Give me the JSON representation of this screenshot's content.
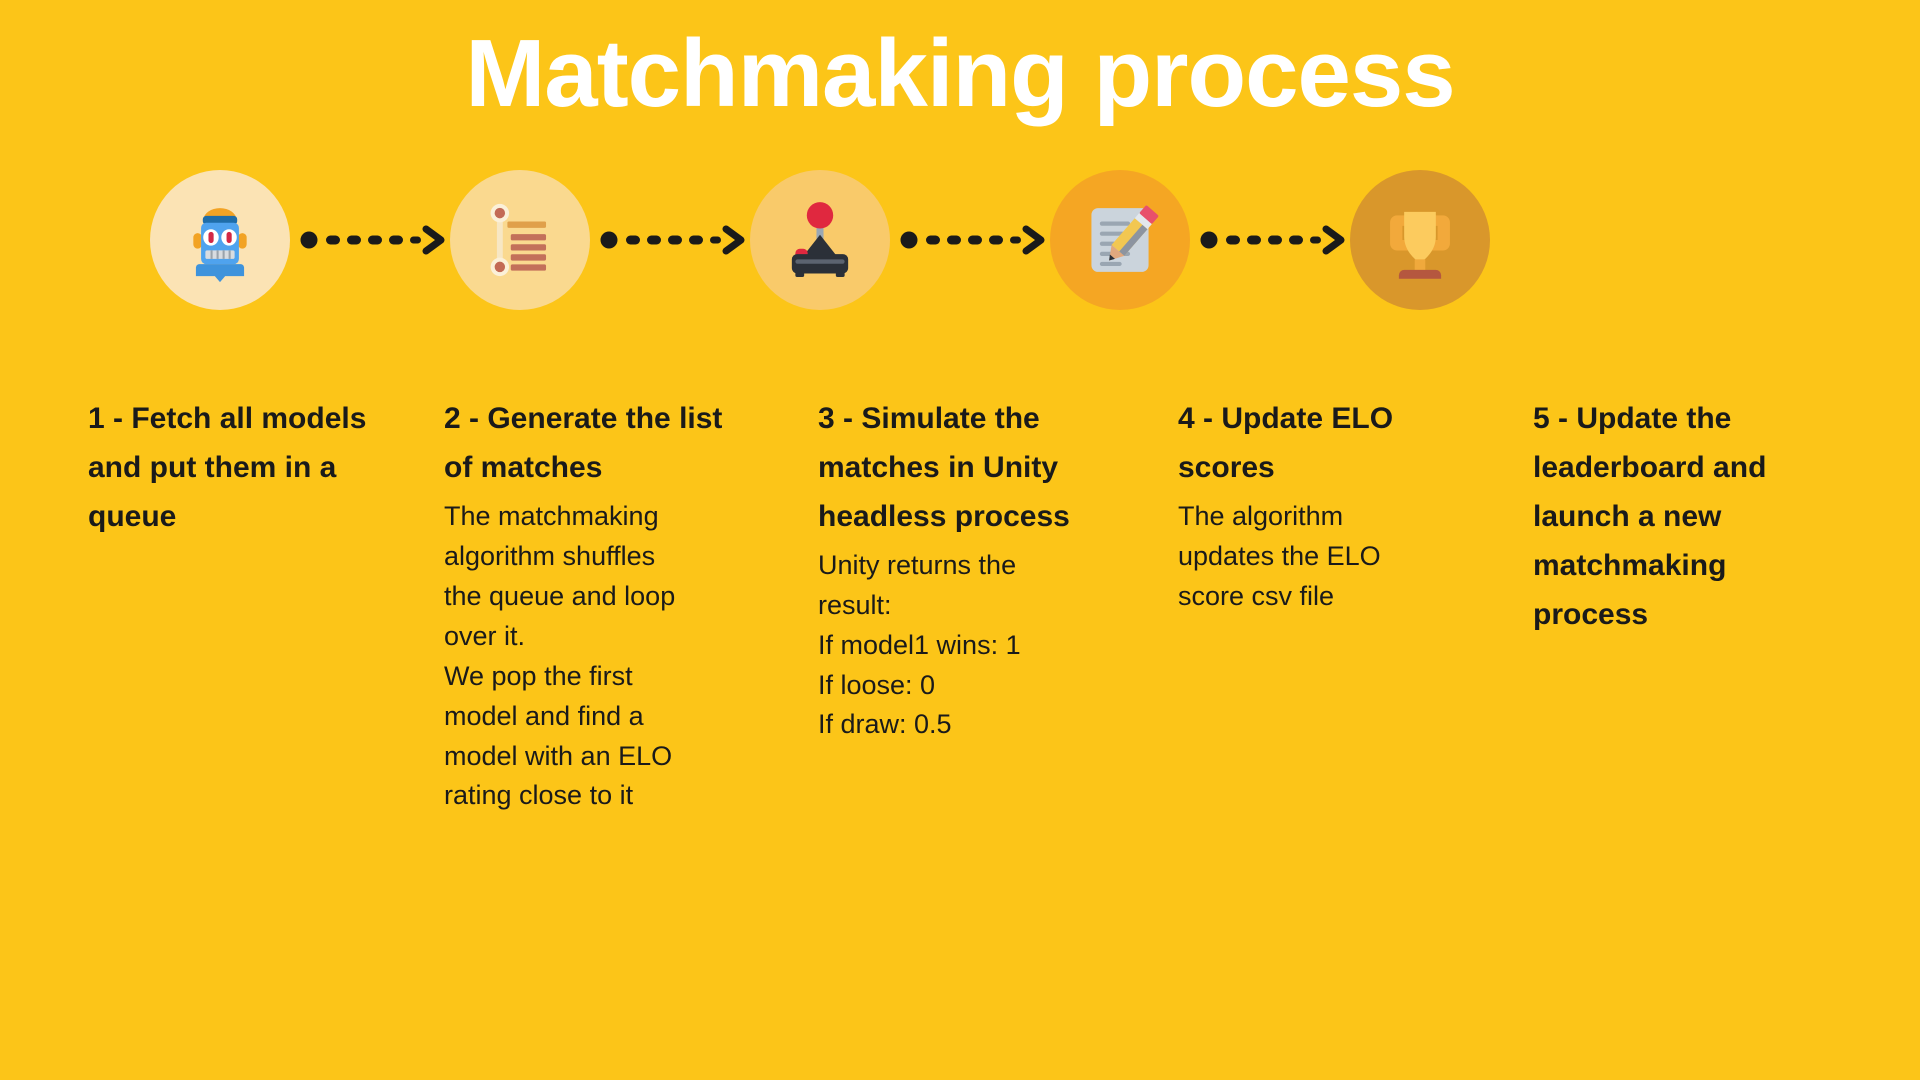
{
  "page": {
    "title": "Matchmaking process",
    "background_color": "#FCC518",
    "title_color": "#FFFFFF",
    "text_color": "#1A1A1A"
  },
  "flow": {
    "arrow_color": "#1A1A1A",
    "nodes": [
      {
        "icon": "robot-icon",
        "circle_color": "#FBE3B4",
        "label": "robot"
      },
      {
        "icon": "checklist-icon",
        "circle_color": "#FAD98F",
        "label": "list of matches"
      },
      {
        "icon": "joystick-icon",
        "circle_color": "#F9CA6A",
        "label": "joystick"
      },
      {
        "icon": "edit-document-icon",
        "circle_color": "#F5A623",
        "label": "update scores"
      },
      {
        "icon": "trophy-icon",
        "circle_color": "#D9972B",
        "label": "leaderboard"
      }
    ],
    "connectors": [
      {
        "name": "arrow-1-to-2"
      },
      {
        "name": "arrow-2-to-3"
      },
      {
        "name": "arrow-3-to-4"
      },
      {
        "name": "arrow-4-to-5"
      }
    ]
  },
  "steps": [
    {
      "number": "1",
      "heading": "1 - Fetch all models and put them in a queue",
      "body": []
    },
    {
      "number": "2",
      "heading": "2 - Generate the list of matches",
      "body": [
        "The matchmaking",
        "algorithm shuffles",
        "the queue and loop",
        "over it.",
        "We pop the first",
        "model and find a",
        "model with an ELO",
        "rating close to it"
      ]
    },
    {
      "number": "3",
      "heading": "3 - Simulate the matches in Unity headless process",
      "body": [
        "Unity returns the",
        "result:",
        "If model1 wins: 1",
        "If loose: 0",
        "If draw: 0.5"
      ]
    },
    {
      "number": "4",
      "heading": "4 - Update ELO scores",
      "body": [
        "The algorithm",
        "updates the ELO",
        "score csv file"
      ]
    },
    {
      "number": "5",
      "heading": "5 - Update the leaderboard and launch a new matchmaking process",
      "body": []
    }
  ]
}
